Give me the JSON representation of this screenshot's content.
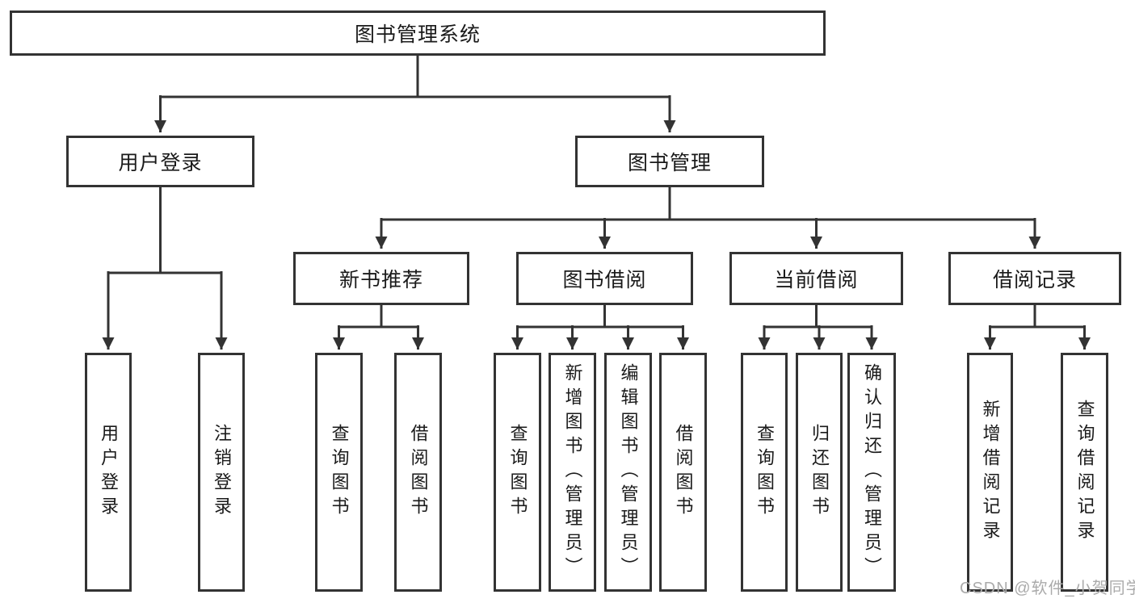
{
  "colors": {
    "line": "#333333",
    "box_border": "#333333",
    "text": "#1a1a1a",
    "watermark": "#ababab",
    "background": "#ffffff"
  },
  "tree": {
    "root": "图书管理系统",
    "level2": {
      "user_login": "用户登录",
      "book_management": "图书管理"
    },
    "level3": {
      "new_book_recommend": "新书推荐",
      "book_borrow": "图书借阅",
      "current_borrow": "当前借阅",
      "borrow_records": "借阅记录"
    },
    "leaves": {
      "user_login": "用户登录",
      "logout_login": "注销登录",
      "recommend_query_book": "查询图书",
      "recommend_borrow_book": "借阅图书",
      "borrow_query_book": "查询图书",
      "borrow_add_book": "新增图书（管理员）",
      "borrow_edit_book": "编辑图书（管理员）",
      "borrow_borrow_book": "借阅图书",
      "current_query_book": "查询图书",
      "current_return_book": "归还图书",
      "current_confirm_return": "确认归还（管理员）",
      "records_add_record": "新增借阅记录",
      "records_query_record": "查询借阅记录"
    }
  },
  "watermark": "CSDN @软件_小贺同学"
}
